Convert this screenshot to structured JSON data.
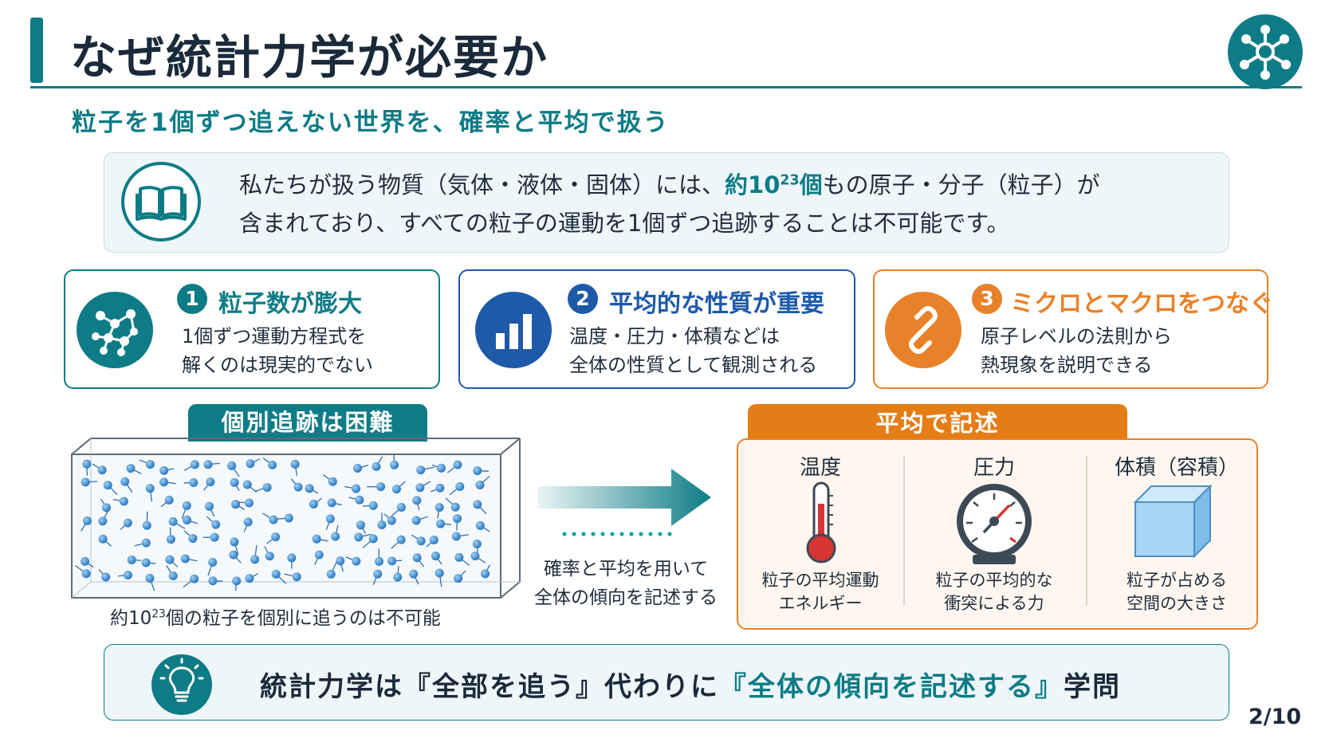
{
  "title": "なぜ統計力学が必要か",
  "subtitle": "粒子を1個ずつ追えない世界を、確率と平均で扱う",
  "intro": {
    "pre": "私たちが扱う物質（気体・液体・固体）には、",
    "hl_pre": "約10",
    "hl_exp": "23",
    "hl_post": "個",
    "post": "もの原子・分子（粒子）が",
    "line2": "含まれており、すべての粒子の運動を1個ずつ追跡することは不可能です。"
  },
  "cards": [
    {
      "num": "1",
      "heading": "粒子数が膨大",
      "line1": "1個ずつ運動方程式を",
      "line2": "解くのは現実的でない",
      "icon": "network-icon"
    },
    {
      "num": "2",
      "heading": "平均的な性質が重要",
      "line1": "温度・圧力・体積などは",
      "line2": "全体の性質として観測される",
      "icon": "bar-chart-icon"
    },
    {
      "num": "3",
      "heading": "ミクロとマクロをつなぐ",
      "line1": "原子レベルの法則から",
      "line2": "熱現象を説明できる",
      "icon": "link-icon"
    }
  ],
  "left_panel": {
    "label": "個別追跡は困難",
    "caption_pre": "約10",
    "caption_exp": "23",
    "caption_post": "個の粒子を個別に追うのは不可能"
  },
  "middle": {
    "line1": "確率と平均を用いて",
    "line2": "全体の傾向を記述する"
  },
  "right_panel": {
    "label": "平均で記述",
    "items": [
      {
        "heading": "温度",
        "cap1": "粒子の平均運動",
        "cap2": "エネルギー",
        "icon": "thermometer-icon"
      },
      {
        "heading": "圧力",
        "cap1": "粒子の平均的な",
        "cap2": "衝突による力",
        "icon": "pressure-gauge-icon"
      },
      {
        "heading": "体積（容積）",
        "cap1": "粒子が占める",
        "cap2": "空間の大きさ",
        "icon": "cube-icon"
      }
    ]
  },
  "bottom": {
    "pre": "統計力学は『全部を追う』代わりに",
    "hl": "『全体の傾向を記述する』",
    "post": "学問"
  },
  "page": "2/10",
  "colors": {
    "teal": "#0e7c86",
    "blue": "#1e5aa8",
    "orange": "#e8822a",
    "particle": "#3a86c8"
  }
}
